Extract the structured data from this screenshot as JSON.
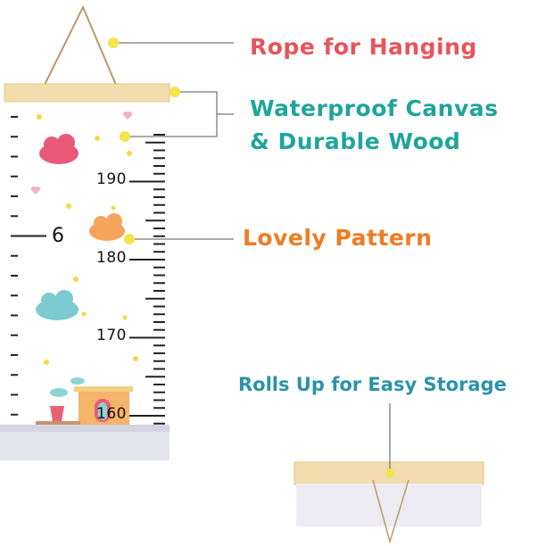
{
  "callouts": {
    "rope": "Rope for Hanging",
    "canvas_line1": "Waterproof Canvas",
    "canvas_line2": "& Durable Wood",
    "pattern": "Lovely Pattern",
    "storage": "Rolls Up for Easy Storage"
  },
  "ruler": {
    "cm_labels": [
      "190",
      "180",
      "170",
      "160"
    ],
    "feet_label": "6"
  },
  "colors": {
    "rope_label": "#e8545a",
    "canvas_label": "#1fa59b",
    "pattern_label": "#f07b22",
    "storage_label": "#2b93a8",
    "wood": "#f3dcae",
    "dot": "#f5e44a"
  }
}
